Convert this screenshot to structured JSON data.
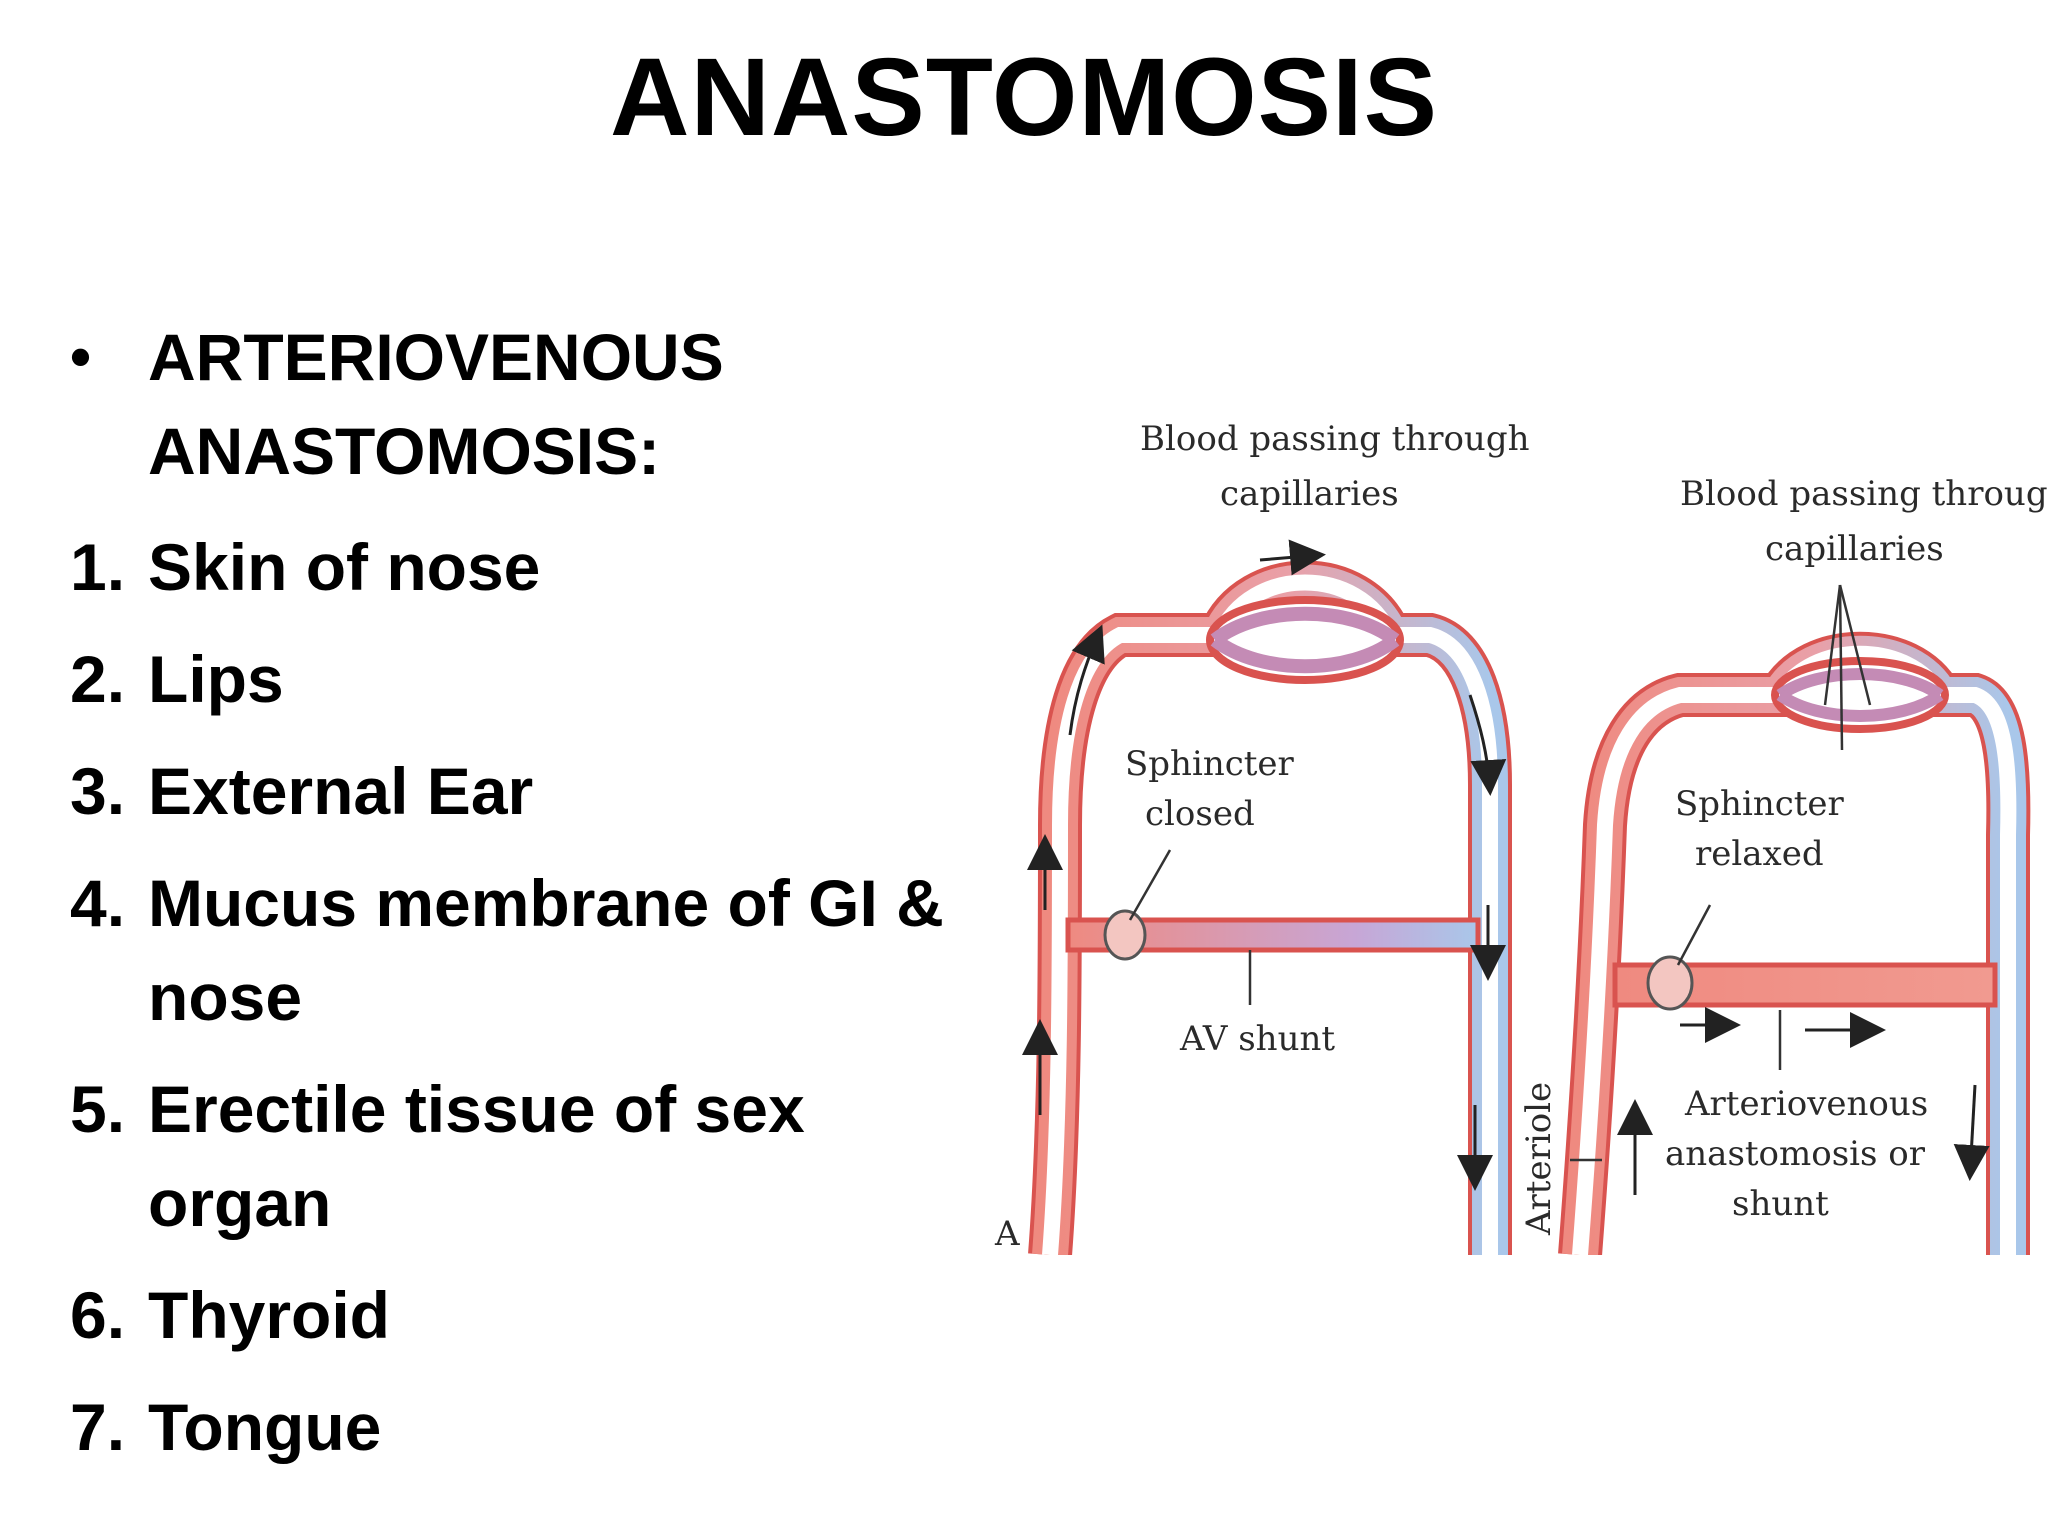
{
  "title": "ANASTOMOSIS",
  "list": {
    "heading": "ARTERIOVENOUS ANASTOMOSIS:",
    "bullet": "•",
    "items": [
      {
        "marker": "1.",
        "text": "Skin of nose"
      },
      {
        "marker": "2.",
        "text": " Lips"
      },
      {
        "marker": "3.",
        "text": " External Ear"
      },
      {
        "marker": "4.",
        "text": " Mucus membrane of GI & nose"
      },
      {
        "marker": "5.",
        "text": " Erectile tissue of sex organ"
      },
      {
        "marker": "6.",
        "text": " Thyroid"
      },
      {
        "marker": "7.",
        "text": " Tongue"
      }
    ]
  },
  "diagram": {
    "left_panel": {
      "top_label_line1": "Blood passing through",
      "top_label_line2": "capillaries",
      "sphincter_line1": "Sphincter",
      "sphincter_line2": "closed",
      "shunt_label": "AV shunt",
      "panel_letter": "A"
    },
    "right_panel": {
      "top_label_line1": "Blood passing through",
      "top_label_line2": "capillaries",
      "sphincter_line1": "Sphincter",
      "sphincter_line2": "relaxed",
      "shunt_label_line1": "Arteriovenous",
      "shunt_label_line2": "anastomosis or",
      "shunt_label_line3": "shunt",
      "vessel_label": "Arteriole"
    },
    "colors": {
      "artery": "#ef8a80",
      "artery_dark": "#d9534f",
      "vein": "#a9c7ea",
      "arrow": "#222222"
    }
  }
}
